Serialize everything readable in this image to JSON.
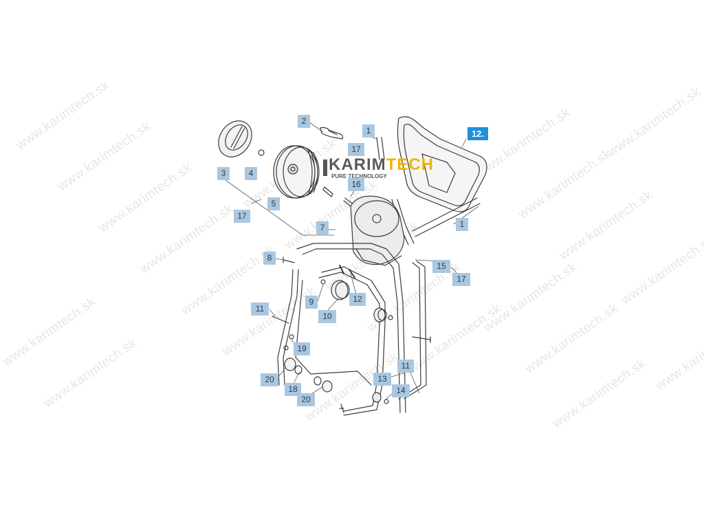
{
  "watermark": {
    "text": "www.karimtech.sk"
  },
  "logo": {
    "name_part1": "KARIM",
    "name_part2": "TECH",
    "tagline": "PURE TECHNOLOGY"
  },
  "callouts": [
    {
      "label": "2"
    },
    {
      "label": "1"
    },
    {
      "label": "12."
    },
    {
      "label": "17"
    },
    {
      "label": "3"
    },
    {
      "label": "4"
    },
    {
      "label": "5"
    },
    {
      "label": "16"
    },
    {
      "label": "17"
    },
    {
      "label": "7"
    },
    {
      "label": "1"
    },
    {
      "label": "8"
    },
    {
      "label": "15"
    },
    {
      "label": "17"
    },
    {
      "label": "9"
    },
    {
      "label": "12"
    },
    {
      "label": "10"
    },
    {
      "label": "11"
    },
    {
      "label": "19"
    },
    {
      "label": "11"
    },
    {
      "label": "20"
    },
    {
      "label": "13"
    },
    {
      "label": "18"
    },
    {
      "label": "14"
    },
    {
      "label": "20"
    }
  ]
}
